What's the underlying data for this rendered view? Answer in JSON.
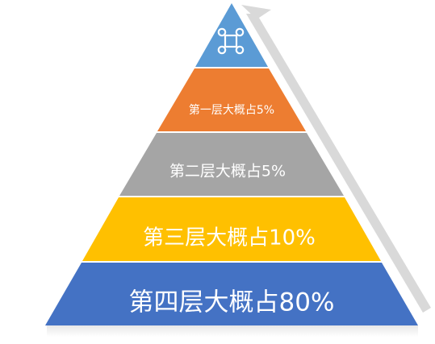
{
  "icon": {
    "name": "command-key-icon",
    "color": "#ffffff"
  },
  "colors": {
    "top": "#5b9bd5",
    "layer1": "#ed7d31",
    "layer2": "#a5a5a5",
    "layer3": "#ffc000",
    "layer4": "#4472c4",
    "arrow": "#d9d9d9",
    "shadow": "#ededed"
  },
  "layers": [
    {
      "label": "第一层大概占5%"
    },
    {
      "label": "第二层大概占5%"
    },
    {
      "label": "第三层大概占10%"
    },
    {
      "label": "第四层大概占80%"
    }
  ]
}
